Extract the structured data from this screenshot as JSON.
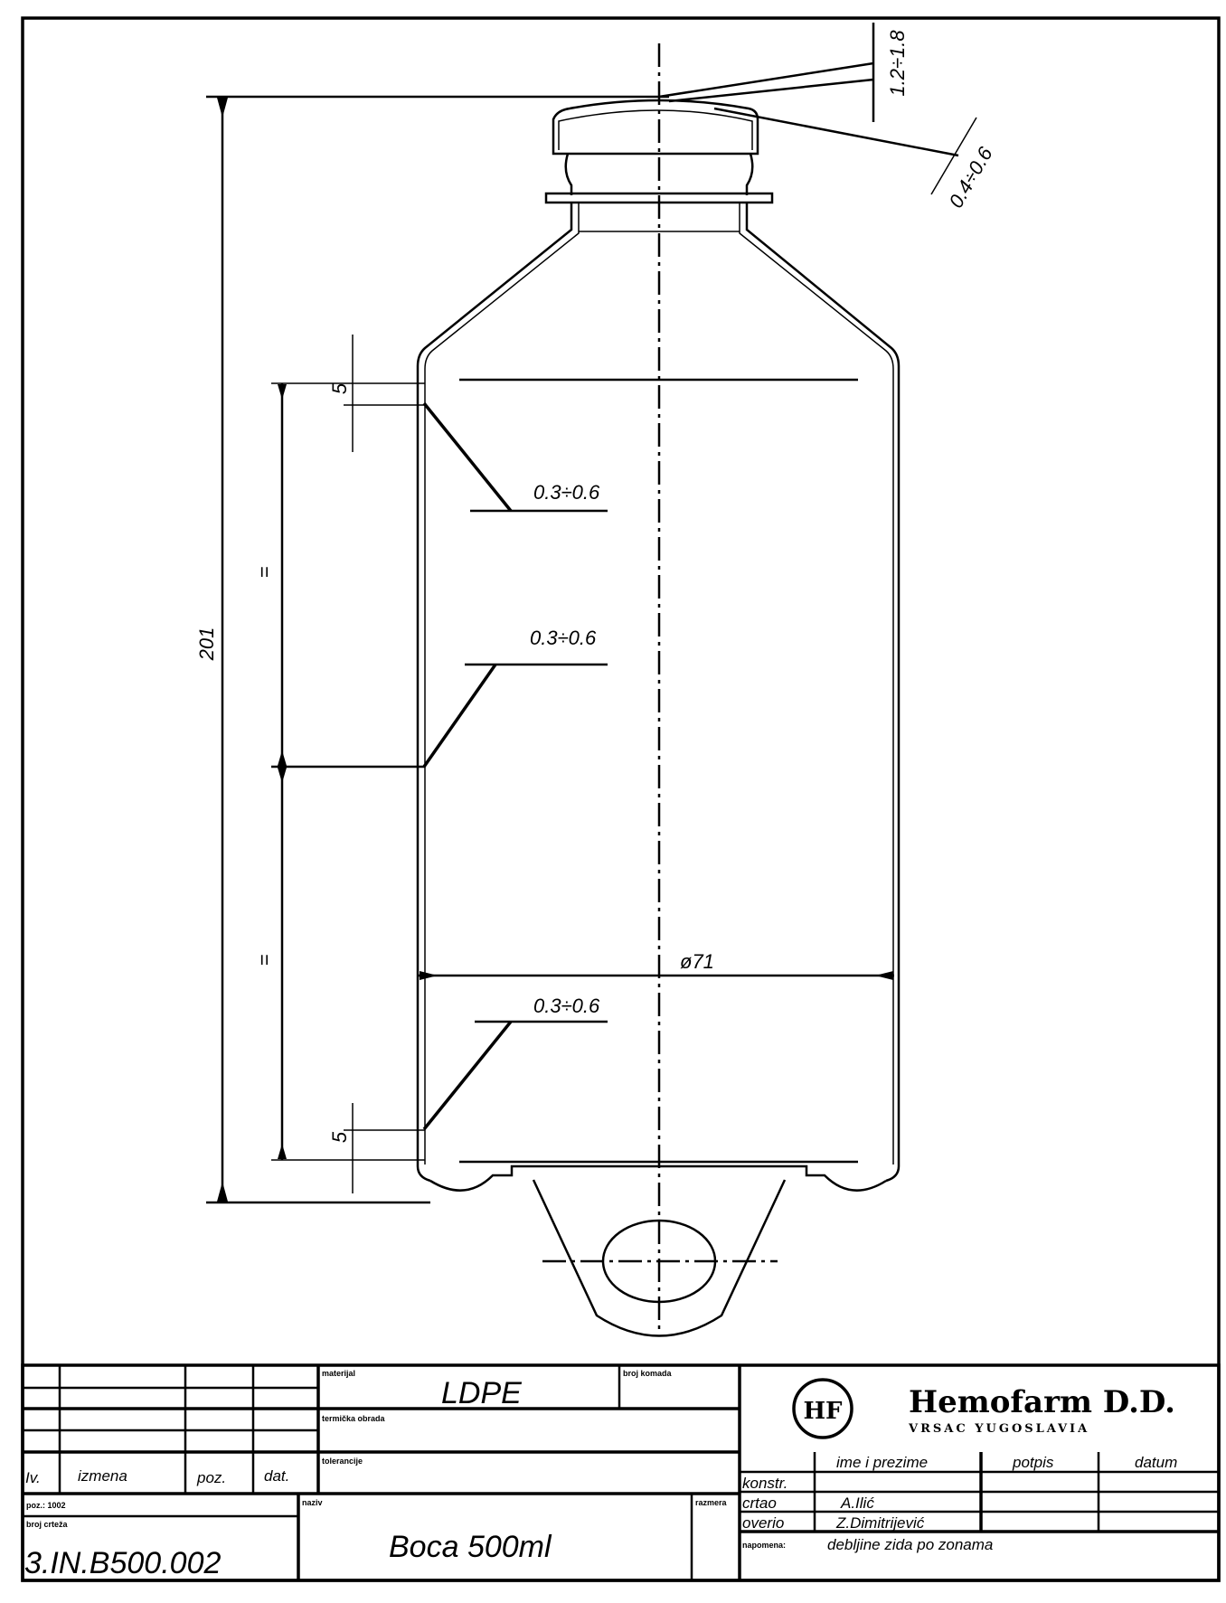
{
  "drawing": {
    "dimensions": {
      "overall_height": "201",
      "diameter": "ø71",
      "top_thickness": "1.2÷1.8",
      "cap_thickness": "0.4÷0.6",
      "wall_upper": "0.3÷0.6",
      "wall_middle": "0.3÷0.6",
      "wall_lower": "0.3÷0.6",
      "offset_top": "5",
      "offset_bottom": "5",
      "equal_upper": "=",
      "equal_lower": "="
    }
  },
  "title_block": {
    "material_label": "materijal",
    "material_value": "LDPE",
    "quantity_label": "broj komada",
    "heat_treatment_label": "termička obrada",
    "tolerance_label": "tolerancije",
    "revision_headers": [
      "Iv.",
      "izmena",
      "poz.",
      "dat."
    ],
    "position_label": "poz.: 1002",
    "drawing_number_label": "broj crteža",
    "drawing_number": "3.IN.B500.002",
    "name_label": "naziv",
    "name_value": "Boca 500ml",
    "scale_label": "razmera",
    "company_name": "Hemofarm D.D.",
    "company_location": "VRSAC YUGOSLAVIA",
    "logo_text": "HF",
    "sign_headers": [
      "ime i prezime",
      "potpis",
      "datum"
    ],
    "roles": [
      "konstr.",
      "crtao",
      "overio"
    ],
    "drawn_by": "A.Ilić",
    "checked_by": "Z.Dimitrijević",
    "note_label": "napomena:",
    "note_value": "debljine zida po zonama"
  }
}
